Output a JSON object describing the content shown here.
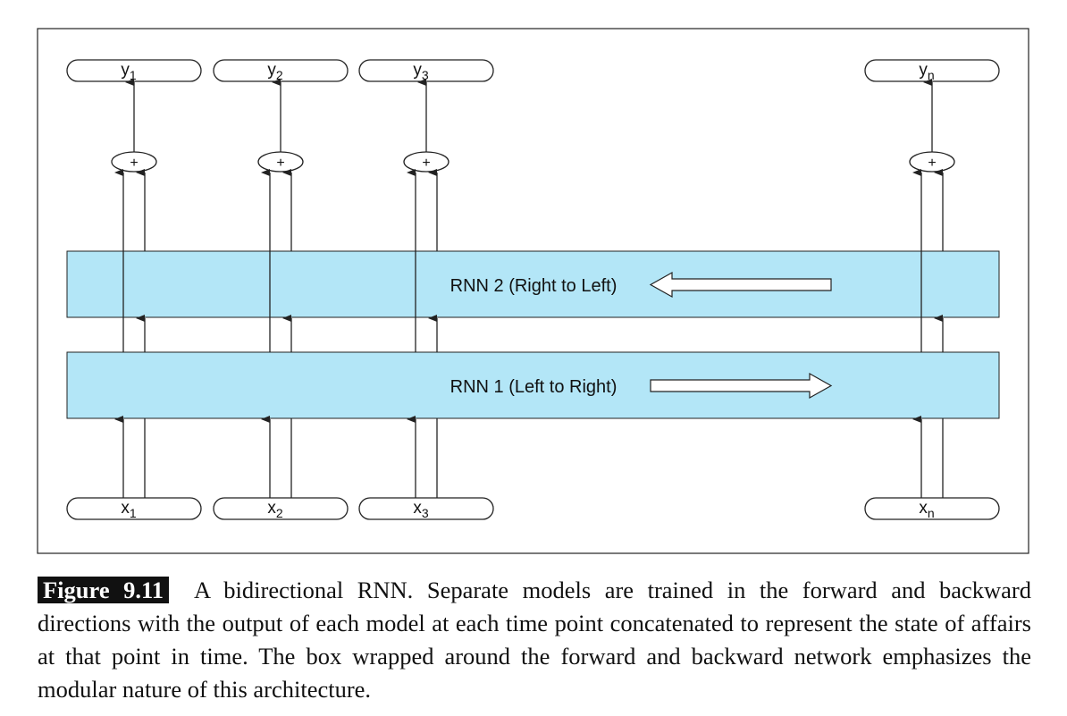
{
  "diagram": {
    "outputs": [
      {
        "base": "y",
        "sub": "1"
      },
      {
        "base": "y",
        "sub": "2"
      },
      {
        "base": "y",
        "sub": "3"
      },
      {
        "base": "y",
        "sub": "n"
      }
    ],
    "inputs": [
      {
        "base": "x",
        "sub": "1"
      },
      {
        "base": "x",
        "sub": "2"
      },
      {
        "base": "x",
        "sub": "3"
      },
      {
        "base": "x",
        "sub": "n"
      }
    ],
    "combine_symbol": "+",
    "rnn2_label": "RNN 2 (Right to Left)",
    "rnn1_label": "RNN 1 (Left to Right)",
    "colors": {
      "layer_fill": "#b3e6f7",
      "stroke": "#222222"
    }
  },
  "caption": {
    "label": "Figure 9.11",
    "text": "A bidirectional RNN. Separate models are trained in the forward and backward directions with the output of each model at each time point concatenated to represent the state of affairs at that point in time. The box wrapped around the forward and backward network emphasizes the modular nature of this architecture."
  }
}
